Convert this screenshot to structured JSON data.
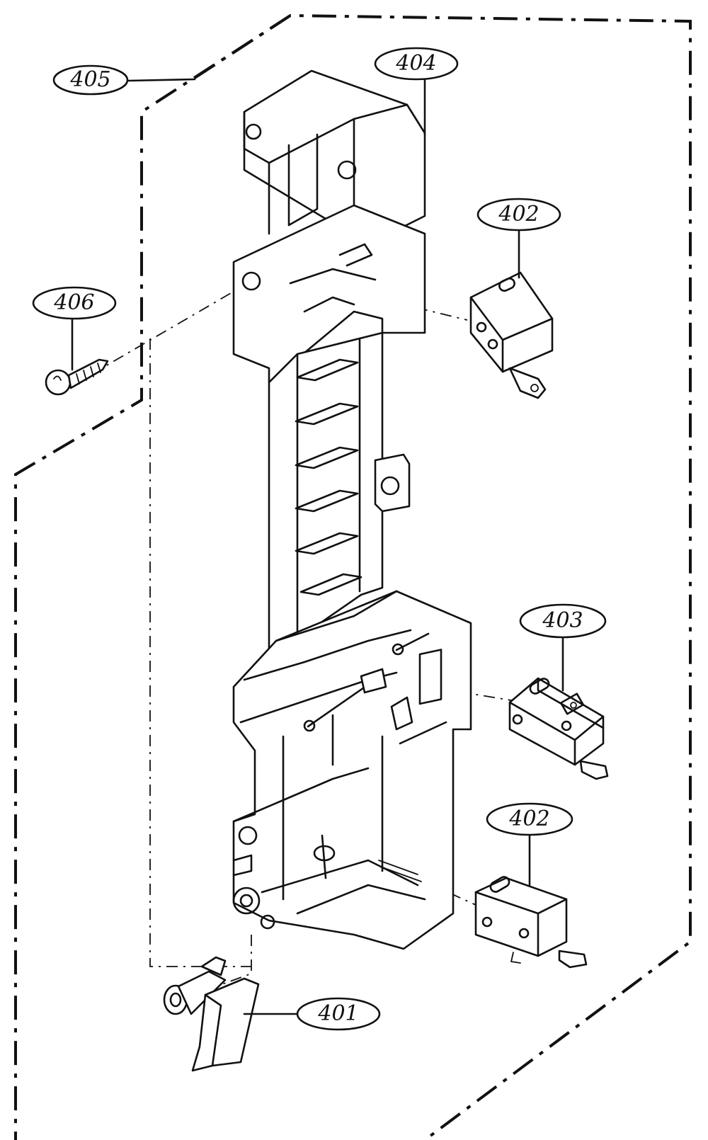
{
  "callouts": {
    "c401": "401",
    "c402a": "402",
    "c402b": "402",
    "c403": "403",
    "c404": "404",
    "c405": "405",
    "c406": "406"
  }
}
